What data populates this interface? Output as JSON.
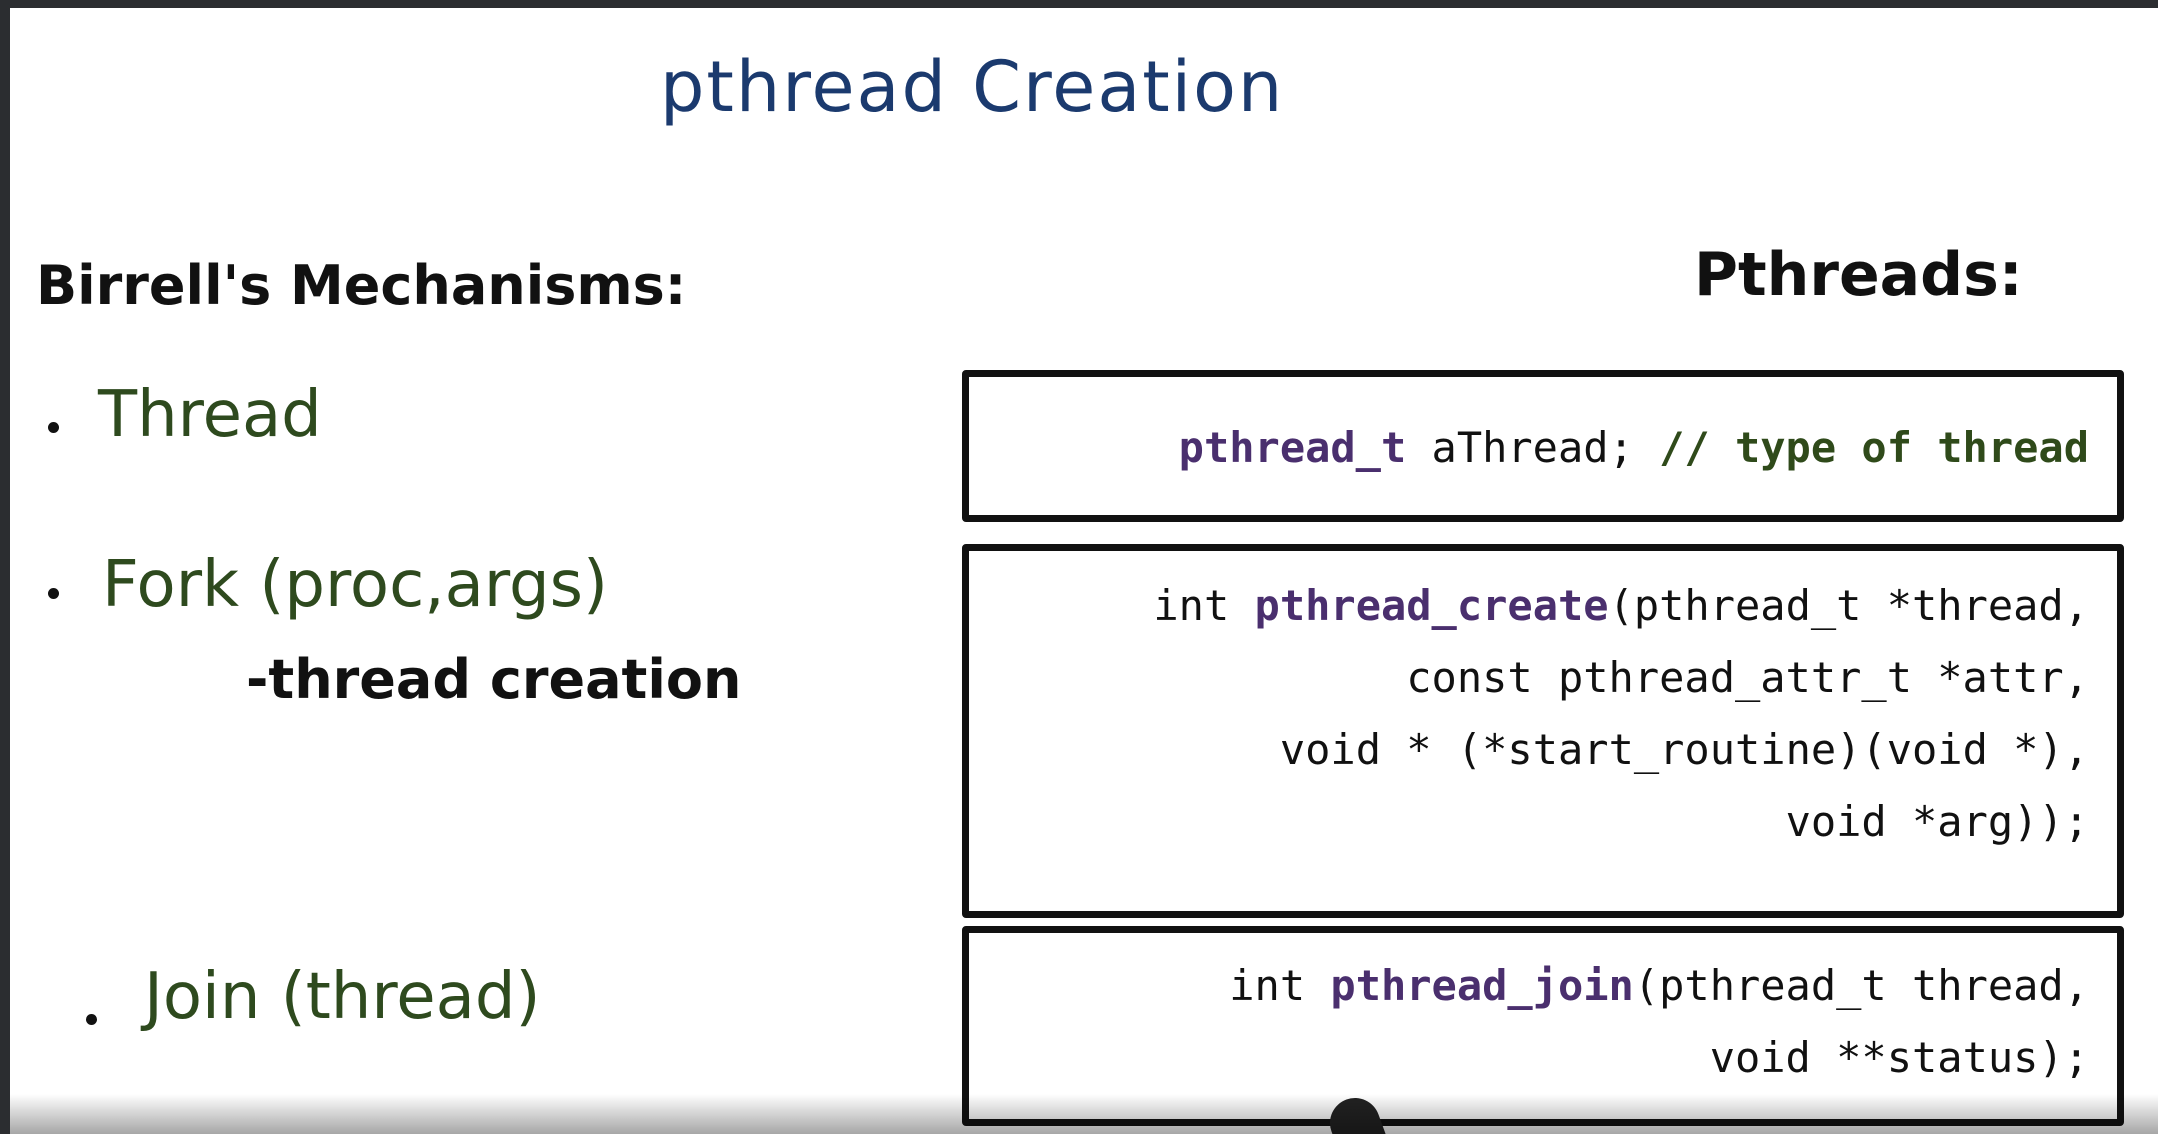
{
  "slide": {
    "title": "pthread Creation",
    "left_heading": "Birrell's Mechanisms:",
    "right_heading": "Pthreads:",
    "bullets": [
      {
        "label": "Thread"
      },
      {
        "label": "Fork (proc,args)",
        "sub": "-thread creation"
      },
      {
        "label": "Join (thread)"
      }
    ],
    "code": {
      "box1": {
        "type_kw": "pthread_t",
        "rest": " aThread; ",
        "comment": "// type of thread"
      },
      "box2": {
        "line1_pre": "int ",
        "line1_kw": "pthread_create",
        "line1_post": "(pthread_t *thread,",
        "line2": "const pthread_attr_t *attr,",
        "line3": "void * (*start_routine)(void *),",
        "line4": "void *arg));"
      },
      "box3": {
        "line1_pre": "int ",
        "line1_kw": "pthread_join",
        "line1_post": "(pthread_t thread,",
        "line2": "void **status);"
      }
    },
    "colors": {
      "title": "#1b3a6e",
      "bullet_green": "#2e4a1e",
      "code_keyword": "#4a2f6e",
      "code_comment": "#2f4a1a"
    }
  }
}
